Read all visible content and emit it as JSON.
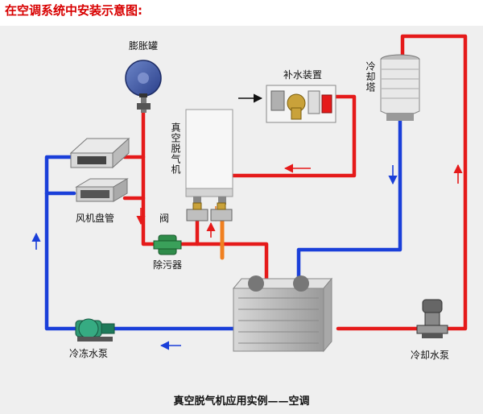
{
  "title": "在空调系统中安装示意图:",
  "labels": {
    "expansion_tank": "膨胀罐",
    "water_makeup": "补水装置",
    "cooling_tower": "冷却塔",
    "degasser": "真空脱气机",
    "fan_coil": "风机盘管",
    "valve": "阀",
    "strainer": "除污器",
    "chilled_pump": "冷冻水泵",
    "cooling_pump": "冷却水泵"
  },
  "caption": "真空脱气机应用实例——空调",
  "colors": {
    "hot_pipe": "#e51a1a",
    "cold_pipe": "#1a3fd9",
    "degas_pipe": "#f08020",
    "title": "#d80000"
  }
}
